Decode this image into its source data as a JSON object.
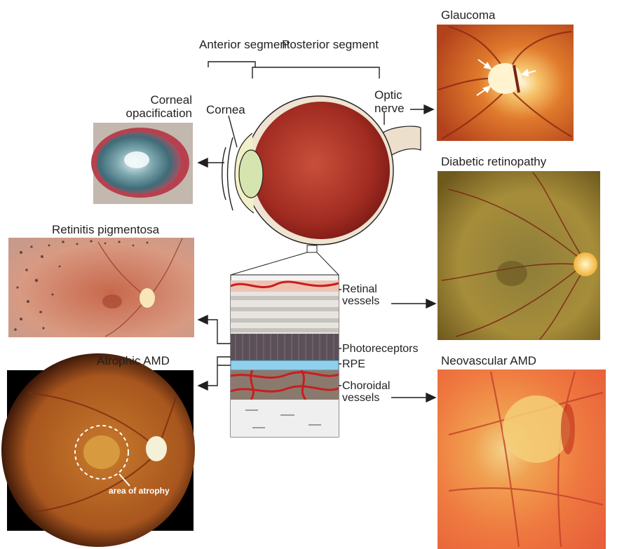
{
  "segments": {
    "anterior": "Anterior segment",
    "posterior": "Posterior segment"
  },
  "eye_labels": {
    "cornea": "Cornea",
    "optic_nerve": "Optic nerve"
  },
  "layers": {
    "retinal_vessels": "Retinal vessels",
    "photoreceptors": "Photoreceptors",
    "rpe": "RPE",
    "choroidal_vessels": "Choroidal vessels"
  },
  "conditions": {
    "glaucoma": "Glaucoma",
    "corneal_opacification": "Corneal opacification",
    "diabetic_retinopathy": "Diabetic retinopathy",
    "retinitis_pigmentosa": "Retinitis pigmentosa",
    "atrophic_amd": "Atrophic AMD",
    "neovascular_amd": "Neovascular AMD"
  },
  "annotations": {
    "area_of_atrophy": "area of atrophy"
  },
  "colors": {
    "fundus_orange": "#d9682a",
    "eye_red": "#b23a2a",
    "rpe_blue": "#8fd0ec",
    "vessel_red": "#c81e1e",
    "line": "#231f20"
  }
}
